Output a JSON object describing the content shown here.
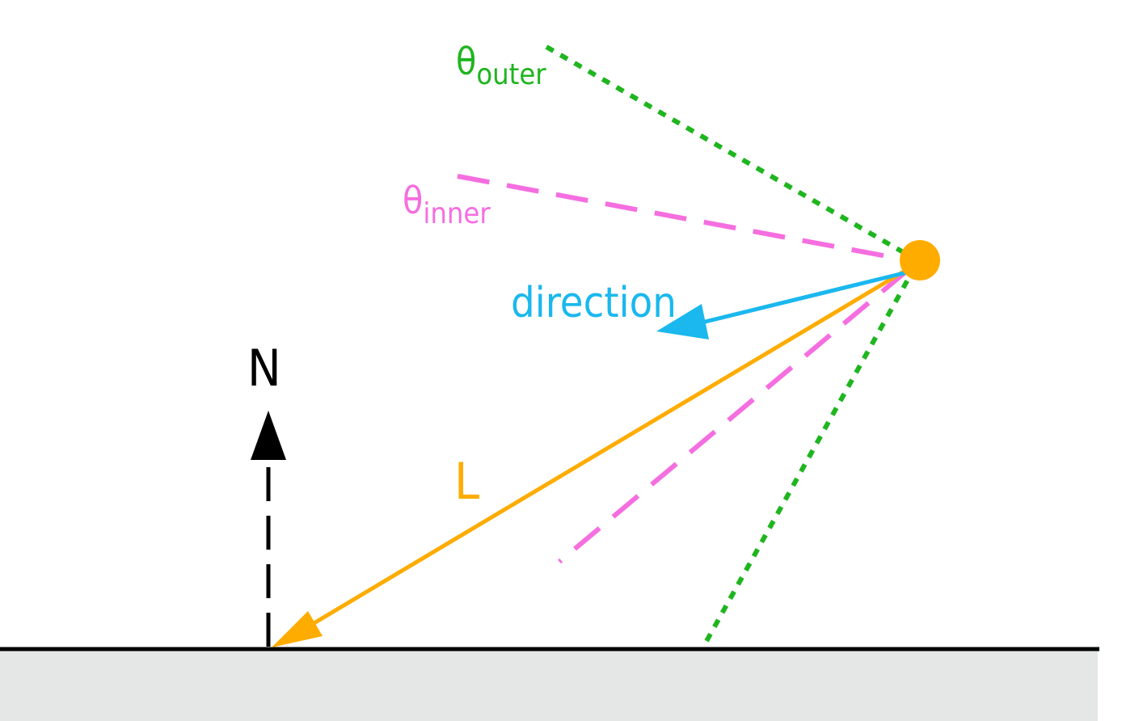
{
  "labels": {
    "theta_outer": {
      "symbol": "θ",
      "subscript": "outer"
    },
    "theta_inner": {
      "symbol": "θ",
      "subscript": "inner"
    },
    "direction": "direction",
    "normal": "N",
    "light_vector": "L"
  },
  "colors": {
    "outer_cone": "#1fb51f",
    "inner_cone": "#f56ee0",
    "direction": "#1ab8ee",
    "light": "#ffac00",
    "normal": "#000000",
    "surface_line": "#000000",
    "surface_fill": "#e5e7e6",
    "background": "#ffffff"
  }
}
